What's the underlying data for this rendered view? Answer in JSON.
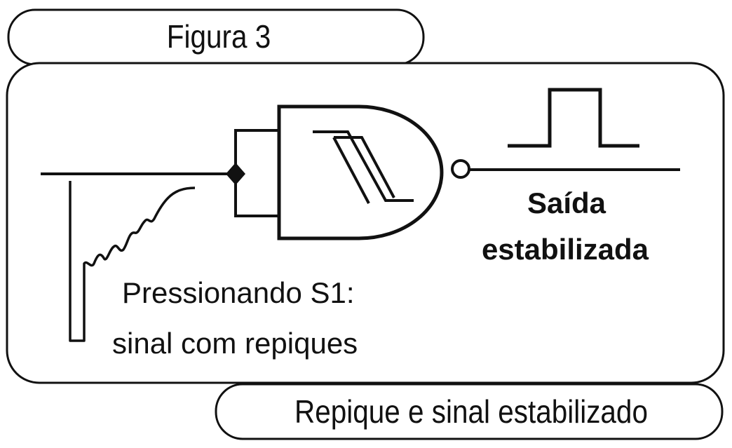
{
  "figure": {
    "title": "Figura 3",
    "caption": "Repique e sinal estabilizado"
  },
  "labels": {
    "output_line1": "Saída",
    "output_line2": "estabilizada",
    "input_line1": "Pressionando S1:",
    "input_line2": "sinal com repiques"
  },
  "icons": {
    "gate": "nand-schmitt-gate-icon",
    "hysteresis": "schmitt-hysteresis-icon",
    "pulse": "square-pulse-icon",
    "bounce": "bouncing-signal-icon"
  },
  "colors": {
    "ink": "#111111",
    "paper": "#ffffff"
  }
}
